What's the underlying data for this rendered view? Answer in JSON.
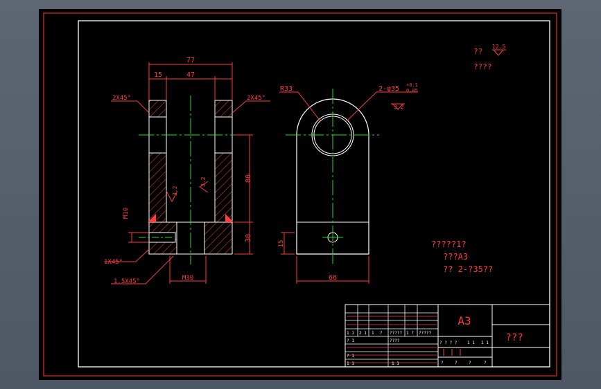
{
  "colors": {
    "background": "#000000",
    "outline": "#ffffff",
    "dimension": "#ff3b3b",
    "center_line": "#22dd22",
    "hatch": "#ff3b3b",
    "frame_border": "#ff3b3b",
    "chrome": "#5d6774"
  },
  "dimensions": {
    "overall_width": "77",
    "left_offset": "15",
    "slot_width": "47",
    "chamfer_left": "2X45°",
    "chamfer_right": "2X45°",
    "height_80": "80",
    "height_30": "30",
    "thread_m10": "M10",
    "chamfer_1x45": "1X45°",
    "chamfer_15x45": "1.5X45°",
    "thread_m30": "M30",
    "radius_r33": "R33",
    "hole_diameter": "2-φ35",
    "tol_upper": "+0.1",
    "tol_lower": "0.05",
    "roughness_hole": "3.2",
    "roughness_inner": "3.2",
    "roughness_slot": "3.2",
    "side_height_15": "15",
    "side_width_66": "66"
  },
  "notes": {
    "roughness_label": "??",
    "roughness_value": "12.5",
    "roughness_rest": "????",
    "requirement_title": "?????1?",
    "requirement_line2": "???A3",
    "requirement_line3": "?? 2-?35??"
  },
  "title_block": {
    "sheet_size": "A3",
    "drawing_name": "???",
    "cells": [
      "1 1",
      "2 1",
      "1",
      "?",
      "?????",
      "1 ?",
      "?????",
      "? 1",
      "????",
      "? ? ? ?",
      "1 1",
      "1 1",
      "? 1",
      "1 1",
      "1 1",
      "?",
      "?",
      "?",
      "?"
    ]
  }
}
